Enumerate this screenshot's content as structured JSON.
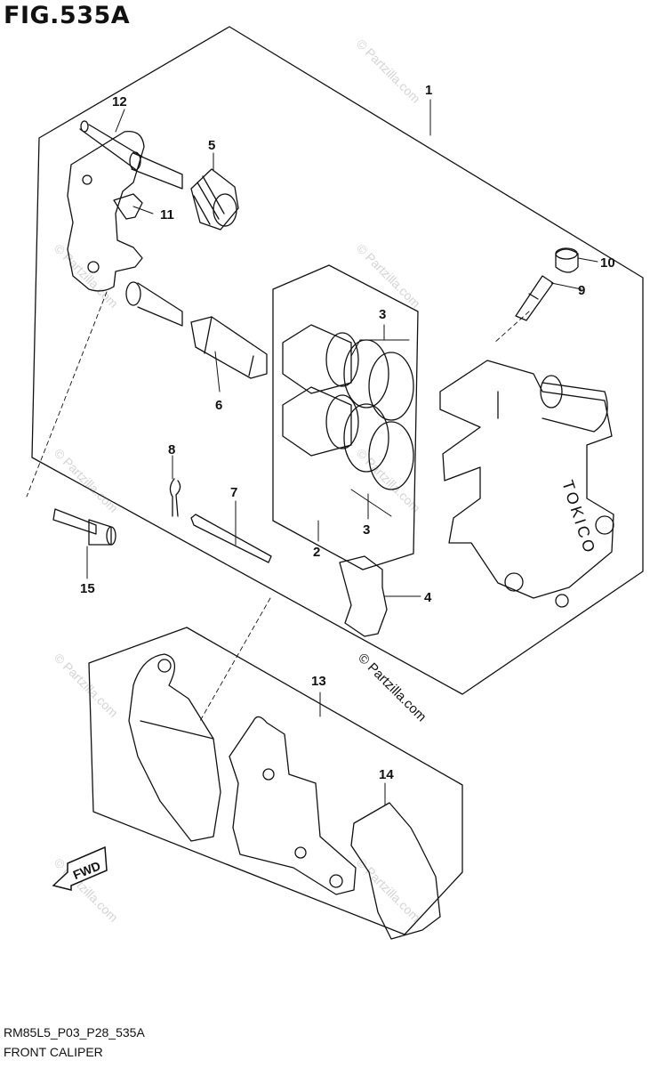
{
  "figure": {
    "title": "FIG.535A",
    "code": "RM85L5_P03_P28_535A",
    "name": "FRONT CALIPER"
  },
  "callouts": [
    {
      "id": "1",
      "label": "1"
    },
    {
      "id": "2",
      "label": "2"
    },
    {
      "id": "3a",
      "label": "3"
    },
    {
      "id": "3b",
      "label": "3"
    },
    {
      "id": "4",
      "label": "4"
    },
    {
      "id": "5",
      "label": "5"
    },
    {
      "id": "6",
      "label": "6"
    },
    {
      "id": "7",
      "label": "7"
    },
    {
      "id": "8",
      "label": "8"
    },
    {
      "id": "9",
      "label": "9"
    },
    {
      "id": "10",
      "label": "10"
    },
    {
      "id": "11",
      "label": "11"
    },
    {
      "id": "12",
      "label": "12"
    },
    {
      "id": "13",
      "label": "13"
    },
    {
      "id": "14",
      "label": "14"
    },
    {
      "id": "15",
      "label": "15"
    }
  ],
  "caliper_brand": "TOKICO",
  "fwd_label": "FWD",
  "watermark": "© Partzilla.com",
  "colors": {
    "line": "#111111",
    "watermark": "#d4d4d4"
  }
}
